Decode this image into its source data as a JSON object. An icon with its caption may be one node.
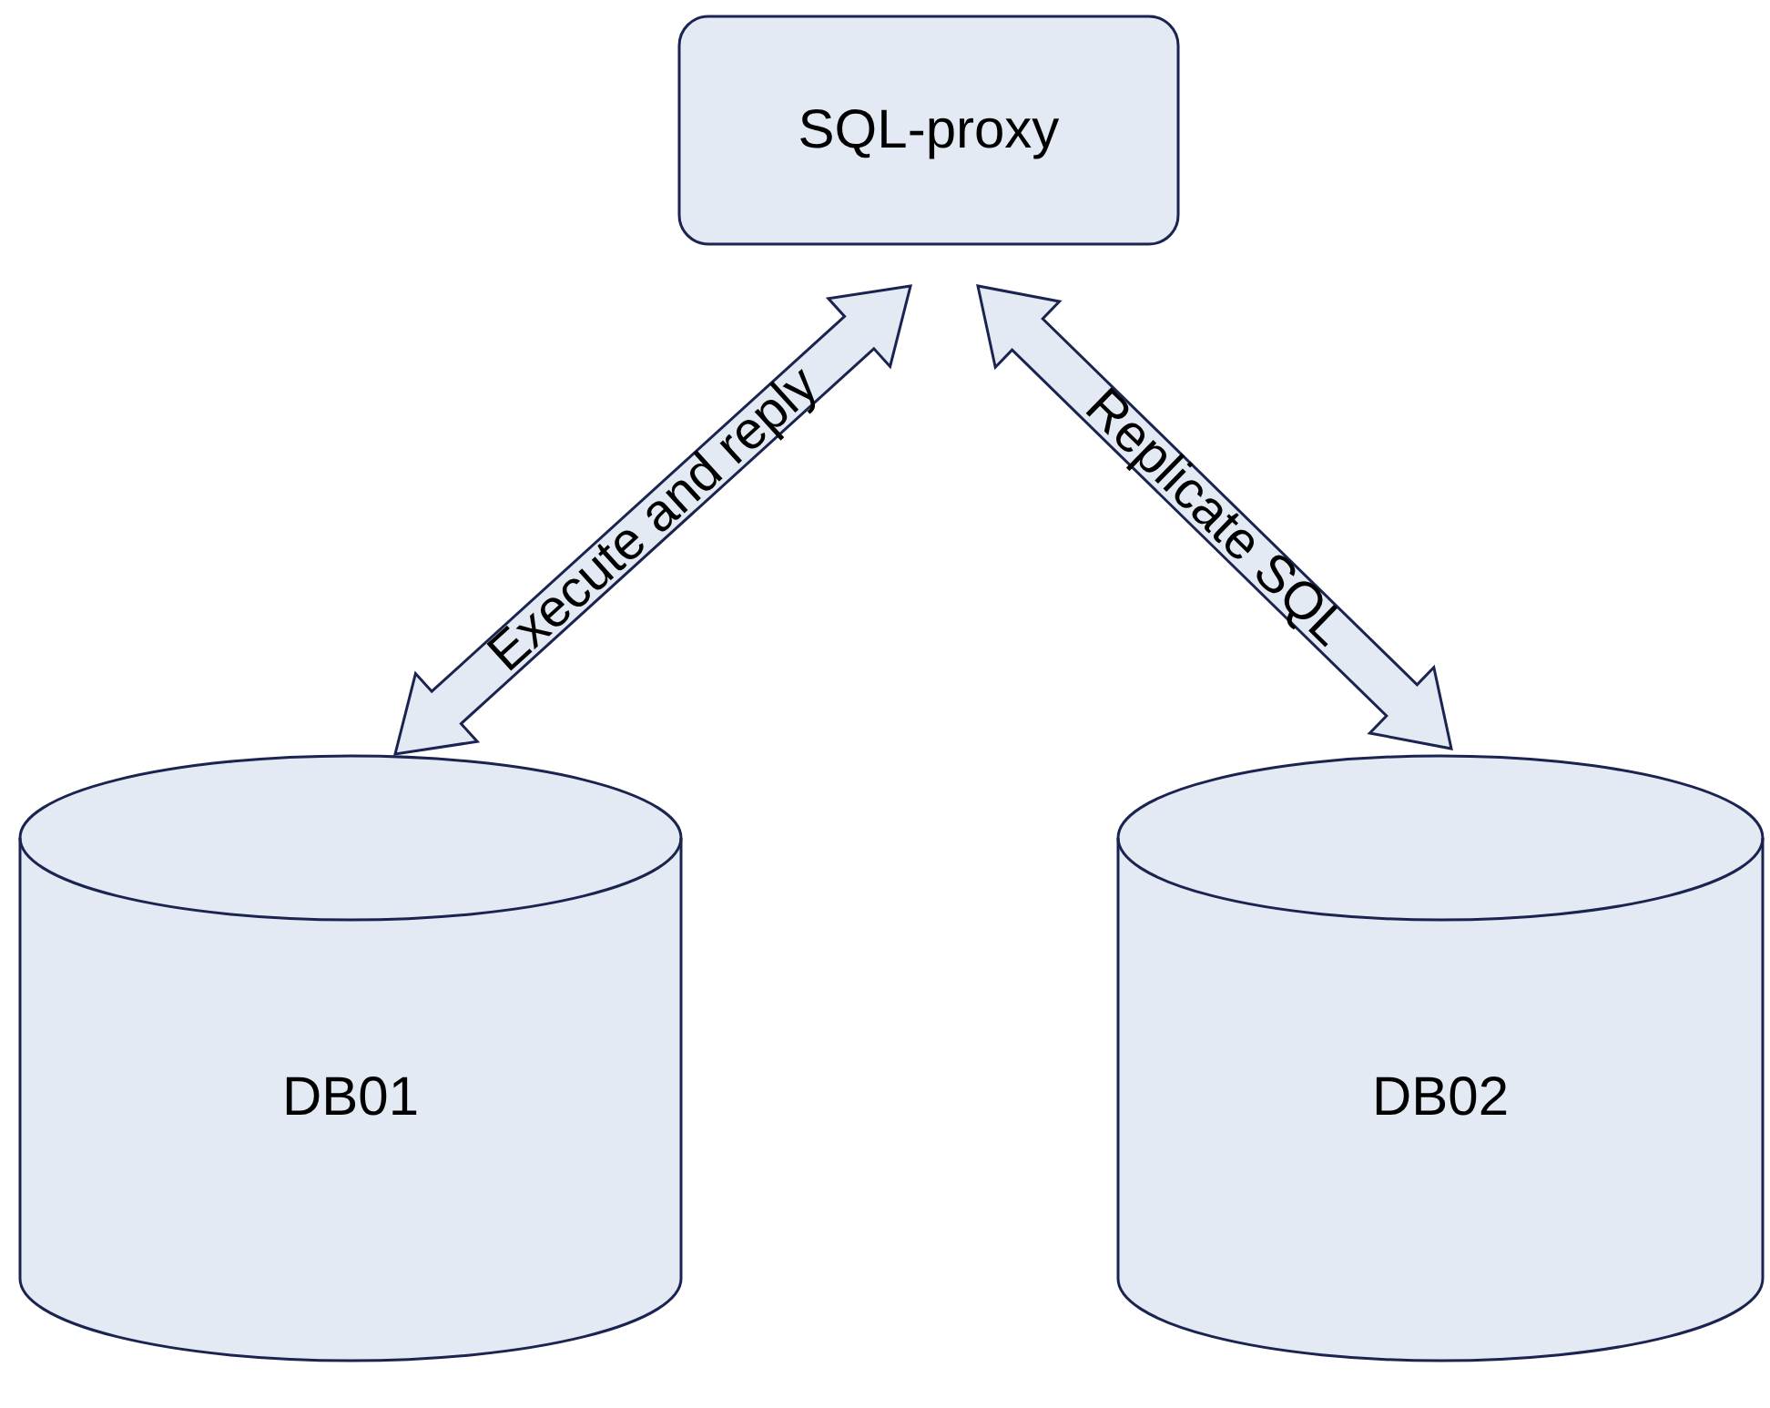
{
  "diagram": {
    "nodes": [
      {
        "text": [
          "SQL-proxy"
        ]
      },
      {
        "text": [
          "DB01"
        ]
      },
      {
        "text": [
          "DB02"
        ]
      }
    ],
    "edges": [
      {
        "from": 0,
        "to": 1,
        "arrow": "both",
        "label": "Execute and reply",
        "style": "thick"
      },
      {
        "from": 0,
        "to": 2,
        "arrow": "both",
        "label": "Replicate SQL",
        "style": "thick"
      }
    ]
  }
}
